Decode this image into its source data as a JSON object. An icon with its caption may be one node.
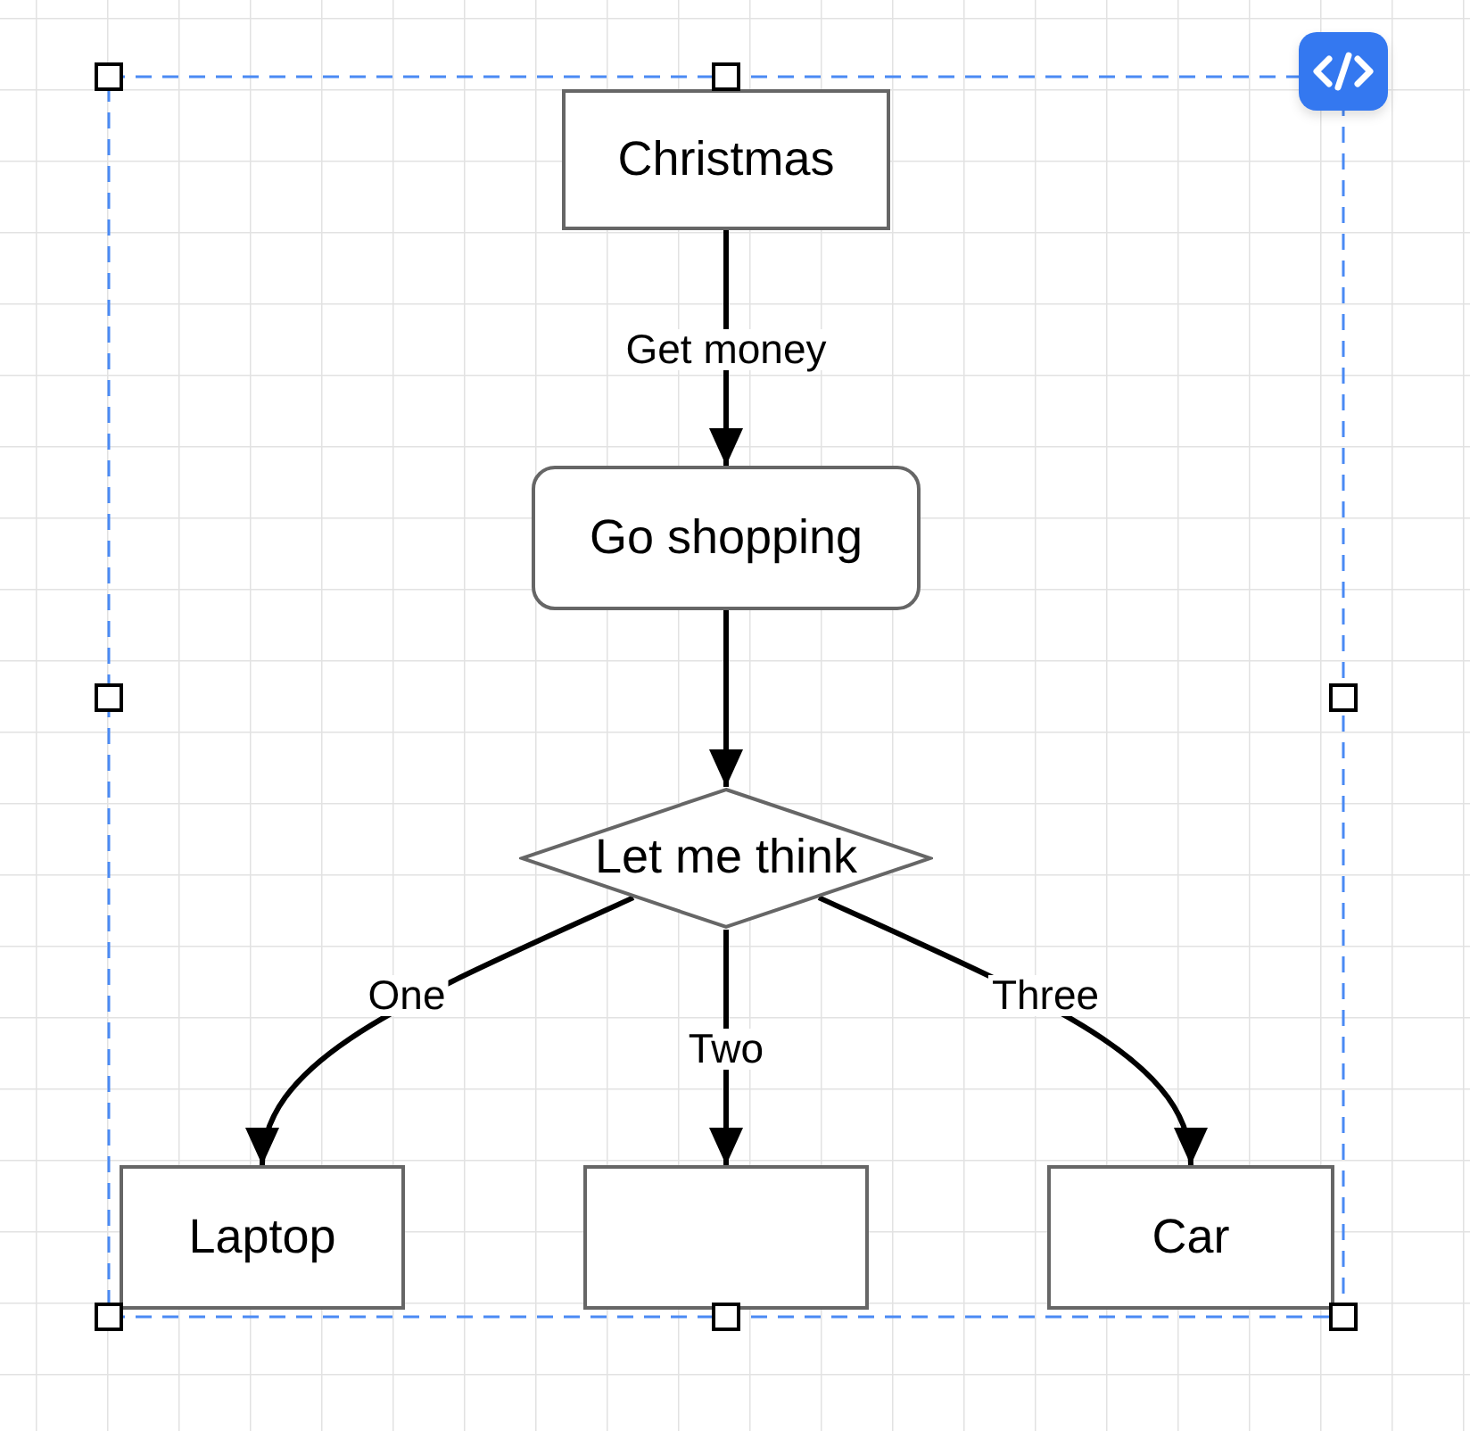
{
  "diagram": {
    "nodes": [
      {
        "text": [
          "Christmas"
        ]
      },
      {
        "text": [
          "Go shopping"
        ]
      },
      {
        "text": [
          "Let me think"
        ]
      },
      {
        "text": [
          "Laptop"
        ]
      },
      {
        "text": [],
        "shape": "box"
      },
      {
        "text": [
          "Car"
        ]
      }
    ],
    "edges": [
      {
        "from": 0,
        "to": 1,
        "arrow": "to",
        "label": "Get money"
      },
      {
        "from": 1,
        "to": 2,
        "arrow": "to"
      },
      {
        "from": 2,
        "to": 3,
        "arrow": "to",
        "label": "One"
      },
      {
        "from": 2,
        "to": 4,
        "arrow": "to",
        "label": "Two"
      },
      {
        "from": 2,
        "to": 5,
        "arrow": "to",
        "label": "Three"
      }
    ]
  }
}
